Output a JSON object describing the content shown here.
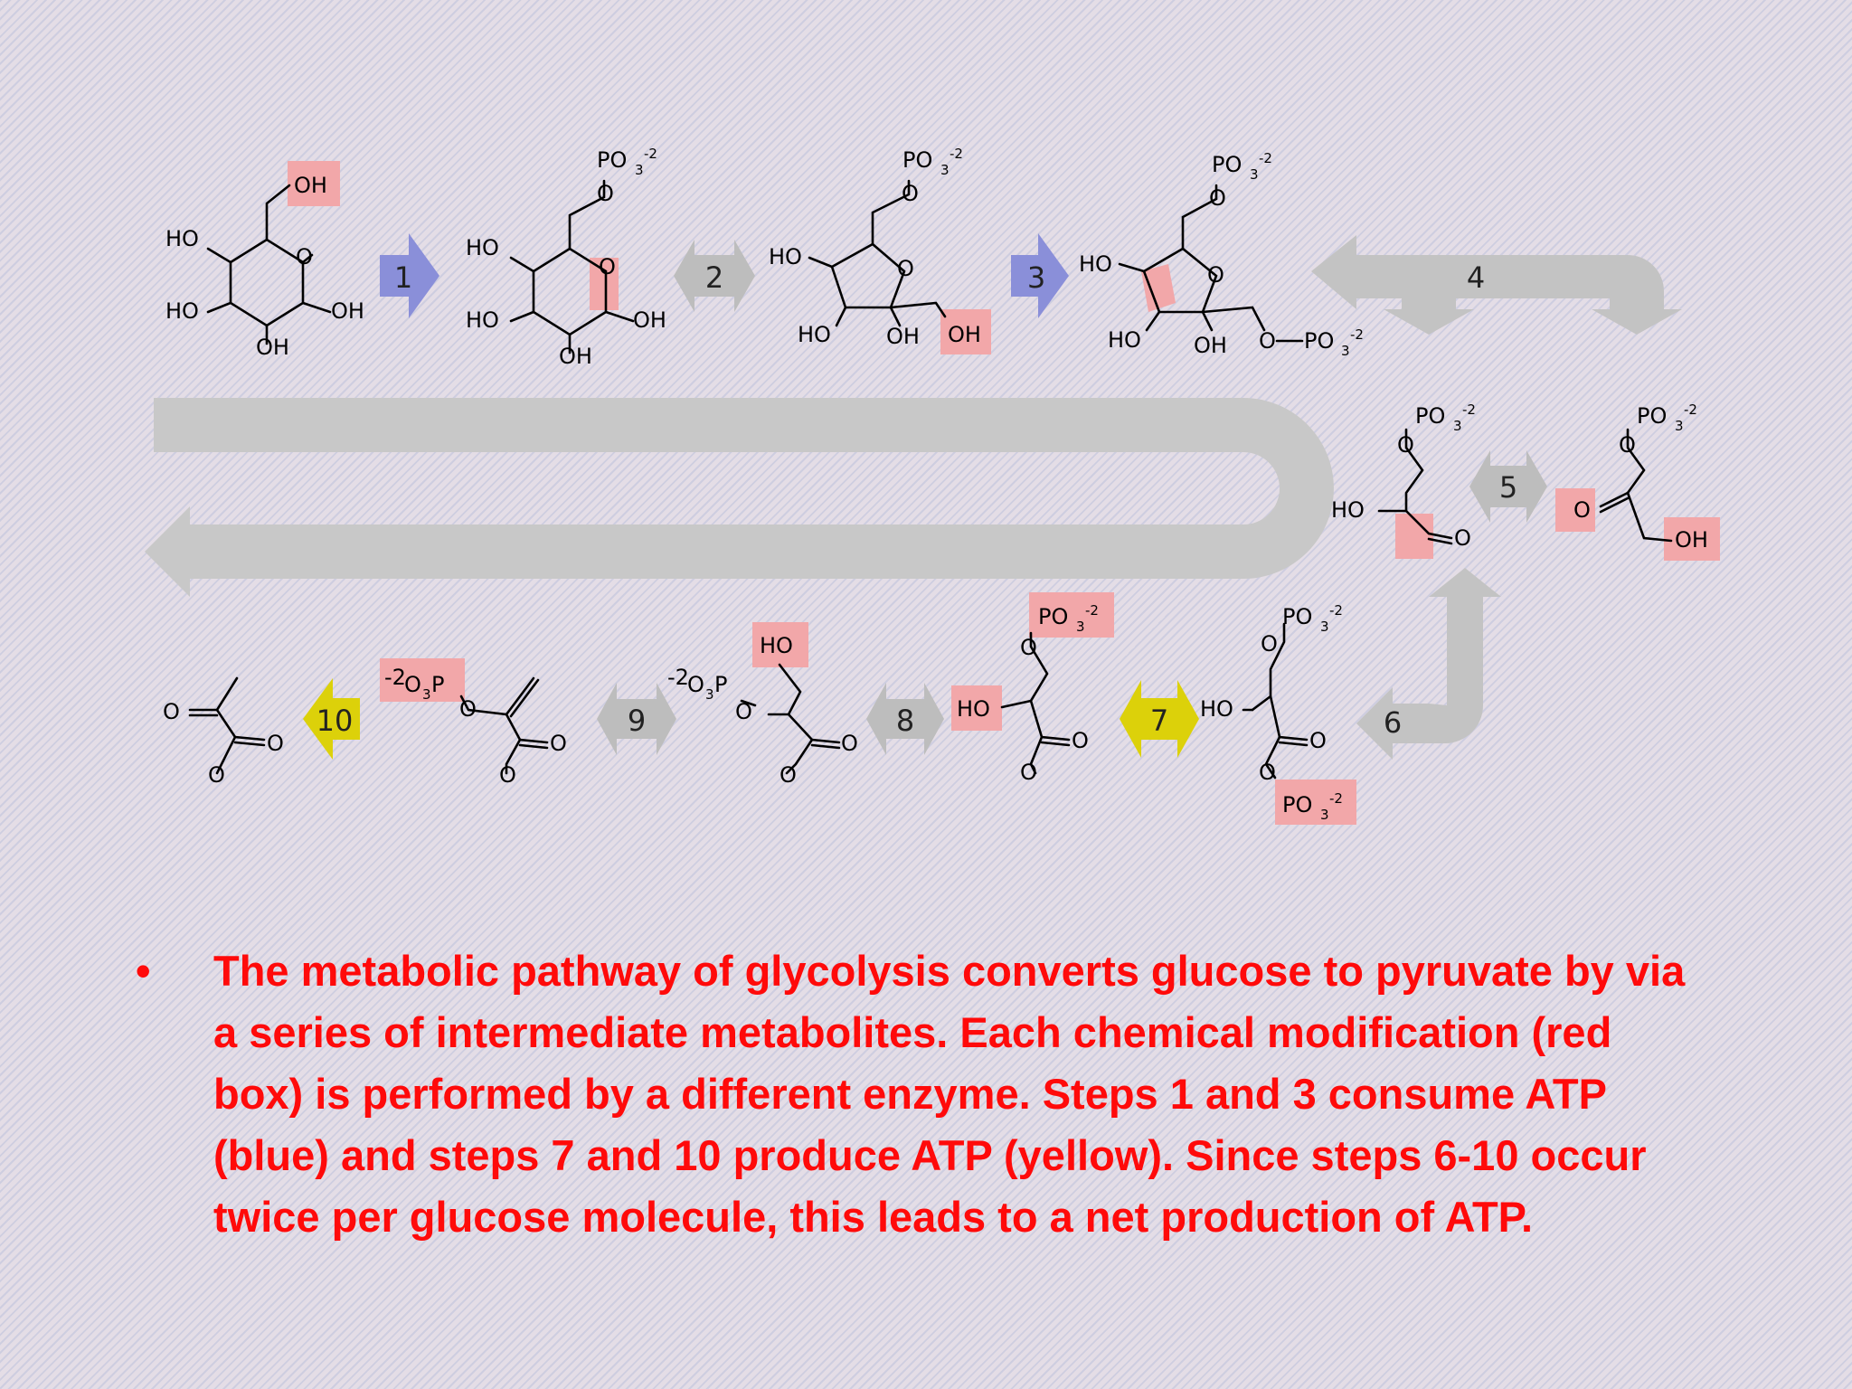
{
  "step_labels": [
    "1",
    "2",
    "3",
    "4",
    "5",
    "6",
    "7",
    "8",
    "9",
    "10"
  ],
  "colors": {
    "atp_consume": "#8a8fd9",
    "atp_produce": "#dcd10a",
    "reversible": "#bdbdbd",
    "modification_box": "#f2a7a9",
    "caption": "#ff0a0a"
  },
  "chem_labels": {
    "OH": "OH",
    "HO": "HO",
    "O": "O",
    "O_minus": "O",
    "phosphate": "PO",
    "phosphate_sub": "3",
    "phosphate_charge": "-2",
    "phosphate_left_charge": "-2",
    "phosphate_left": "O",
    "phosphate_left_sub": "3",
    "phosphate_left_p": "P"
  },
  "caption": {
    "bullet": "•",
    "text": "The metabolic pathway of glycolysis converts glucose  to pyruvate by via a series of intermediate metabolites. Each chemical modification (red box) is performed by a different enzyme. Steps 1 and 3 consume ATP (blue) and steps 7 and 10 produce ATP (yellow). Since steps 6-10 occur twice per glucose molecule, this leads to a net production of ATP."
  }
}
